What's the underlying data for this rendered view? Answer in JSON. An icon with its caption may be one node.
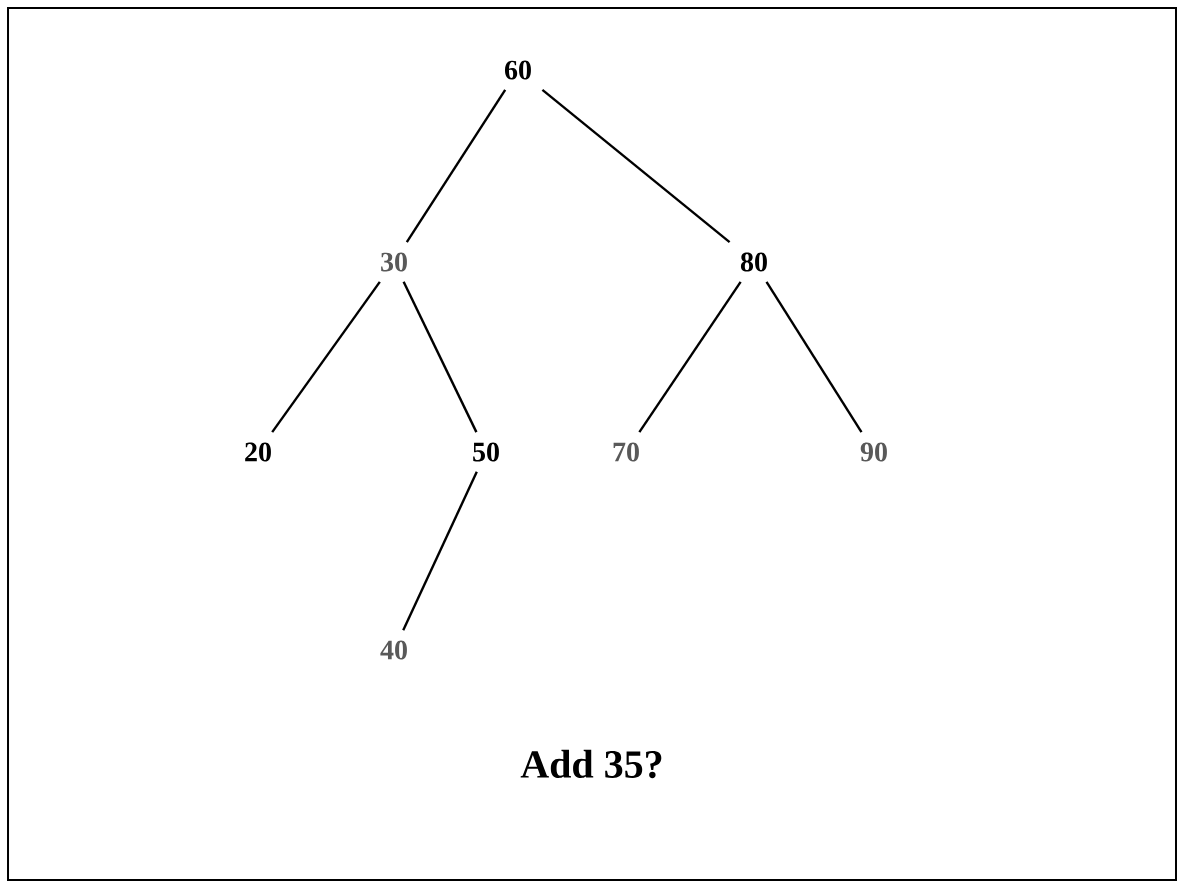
{
  "diagram": {
    "nodes": [
      {
        "text": [
          "60"
        ]
      },
      {
        "text": [
          "30"
        ]
      },
      {
        "text": [
          "80"
        ]
      },
      {
        "text": [
          "20"
        ]
      },
      {
        "text": [
          "50"
        ]
      },
      {
        "text": [
          "70"
        ]
      },
      {
        "text": [
          "90"
        ]
      },
      {
        "text": [
          "40"
        ]
      }
    ],
    "edges": [
      {
        "from": 0,
        "to": 1,
        "arrow": "none"
      },
      {
        "from": 0,
        "to": 2,
        "arrow": "none"
      },
      {
        "from": 1,
        "to": 3,
        "arrow": "none"
      },
      {
        "from": 1,
        "to": 4,
        "arrow": "none"
      },
      {
        "from": 2,
        "to": 5,
        "arrow": "none"
      },
      {
        "from": 2,
        "to": 6,
        "arrow": "none"
      },
      {
        "from": 4,
        "to": 7,
        "arrow": "none"
      }
    ],
    "labels": [
      "Add 35?"
    ]
  }
}
